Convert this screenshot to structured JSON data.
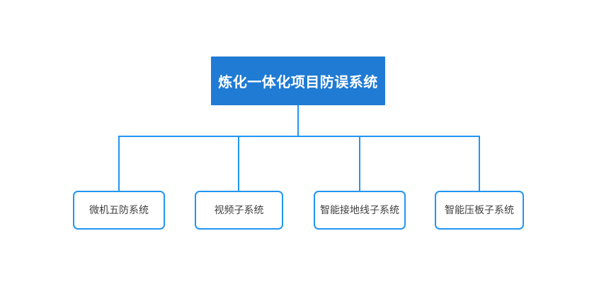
{
  "diagram": {
    "type": "org-chart",
    "title": "炼化一体化项目防误系统",
    "background_color": "#ffffff",
    "root": {
      "label": "炼化一体化项目防误系统",
      "fill_color": "#1f7bd4",
      "text_color": "#ffffff"
    },
    "children": [
      {
        "label": "微机五防系统",
        "border_color": "#2196f3",
        "fill_color": "#ffffff",
        "text_color": "#404040"
      },
      {
        "label": "视频子系统",
        "border_color": "#2196f3",
        "fill_color": "#ffffff",
        "text_color": "#404040"
      },
      {
        "label": "智能接地线子系统",
        "border_color": "#2196f3",
        "fill_color": "#ffffff",
        "text_color": "#404040"
      },
      {
        "label": "智能压板子系统",
        "border_color": "#2196f3",
        "fill_color": "#ffffff",
        "text_color": "#404040"
      }
    ],
    "connector": {
      "color": "#2196f3",
      "stroke_width": 2,
      "style": "orthogonal-elbow"
    }
  }
}
